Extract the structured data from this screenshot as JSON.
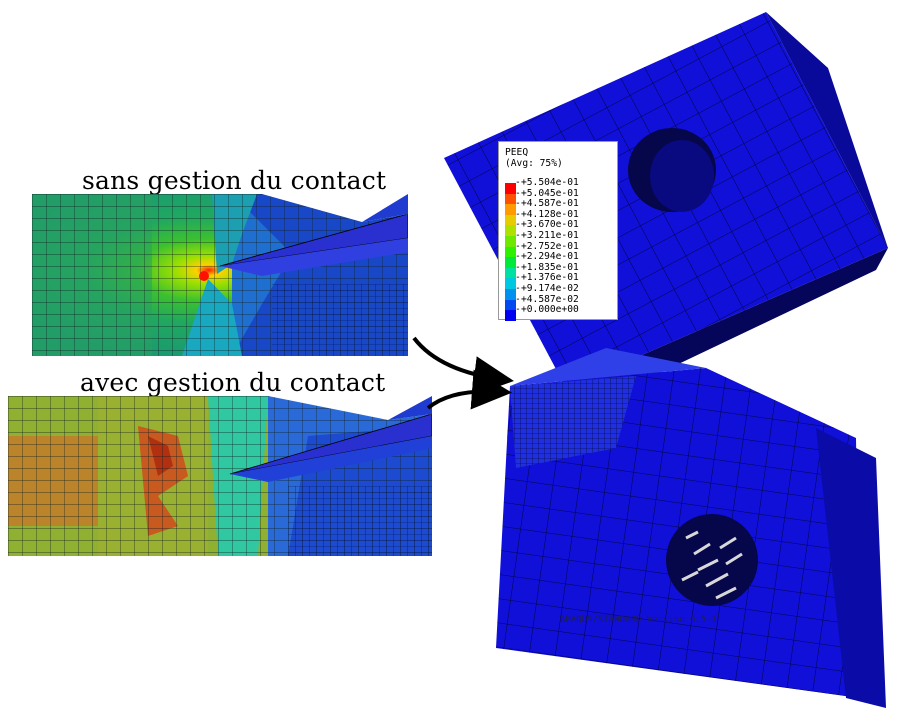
{
  "captions": {
    "top": "sans gestion du contact",
    "bottom": "avec gestion du contact"
  },
  "legend": {
    "title": "PEEQ",
    "subtitle": "(Avg: 75%)",
    "entries": [
      {
        "value": "+5.504e-01",
        "color": "#ff0000"
      },
      {
        "value": "+5.045e-01",
        "color": "#ff4f00"
      },
      {
        "value": "+4.587e-01",
        "color": "#ff9a00"
      },
      {
        "value": "+4.128e-01",
        "color": "#e6cc00"
      },
      {
        "value": "+3.670e-01",
        "color": "#b0e000"
      },
      {
        "value": "+3.211e-01",
        "color": "#6fe800"
      },
      {
        "value": "+2.752e-01",
        "color": "#2ef000"
      },
      {
        "value": "+2.294e-01",
        "color": "#00e83a"
      },
      {
        "value": "+1.835e-01",
        "color": "#00e0a0"
      },
      {
        "value": "+1.376e-01",
        "color": "#00c8e0"
      },
      {
        "value": "+9.174e-02",
        "color": "#0090f0"
      },
      {
        "value": "+4.587e-02",
        "color": "#0048f0"
      },
      {
        "value": "+0.000e+00",
        "color": "#0000f0"
      }
    ]
  },
  "footer": {
    "version_text": "ABAQUS/STANDARD Version 6.5-1"
  },
  "colors": {
    "mesh_blue": "#1010d8",
    "mesh_line": "#000030"
  }
}
